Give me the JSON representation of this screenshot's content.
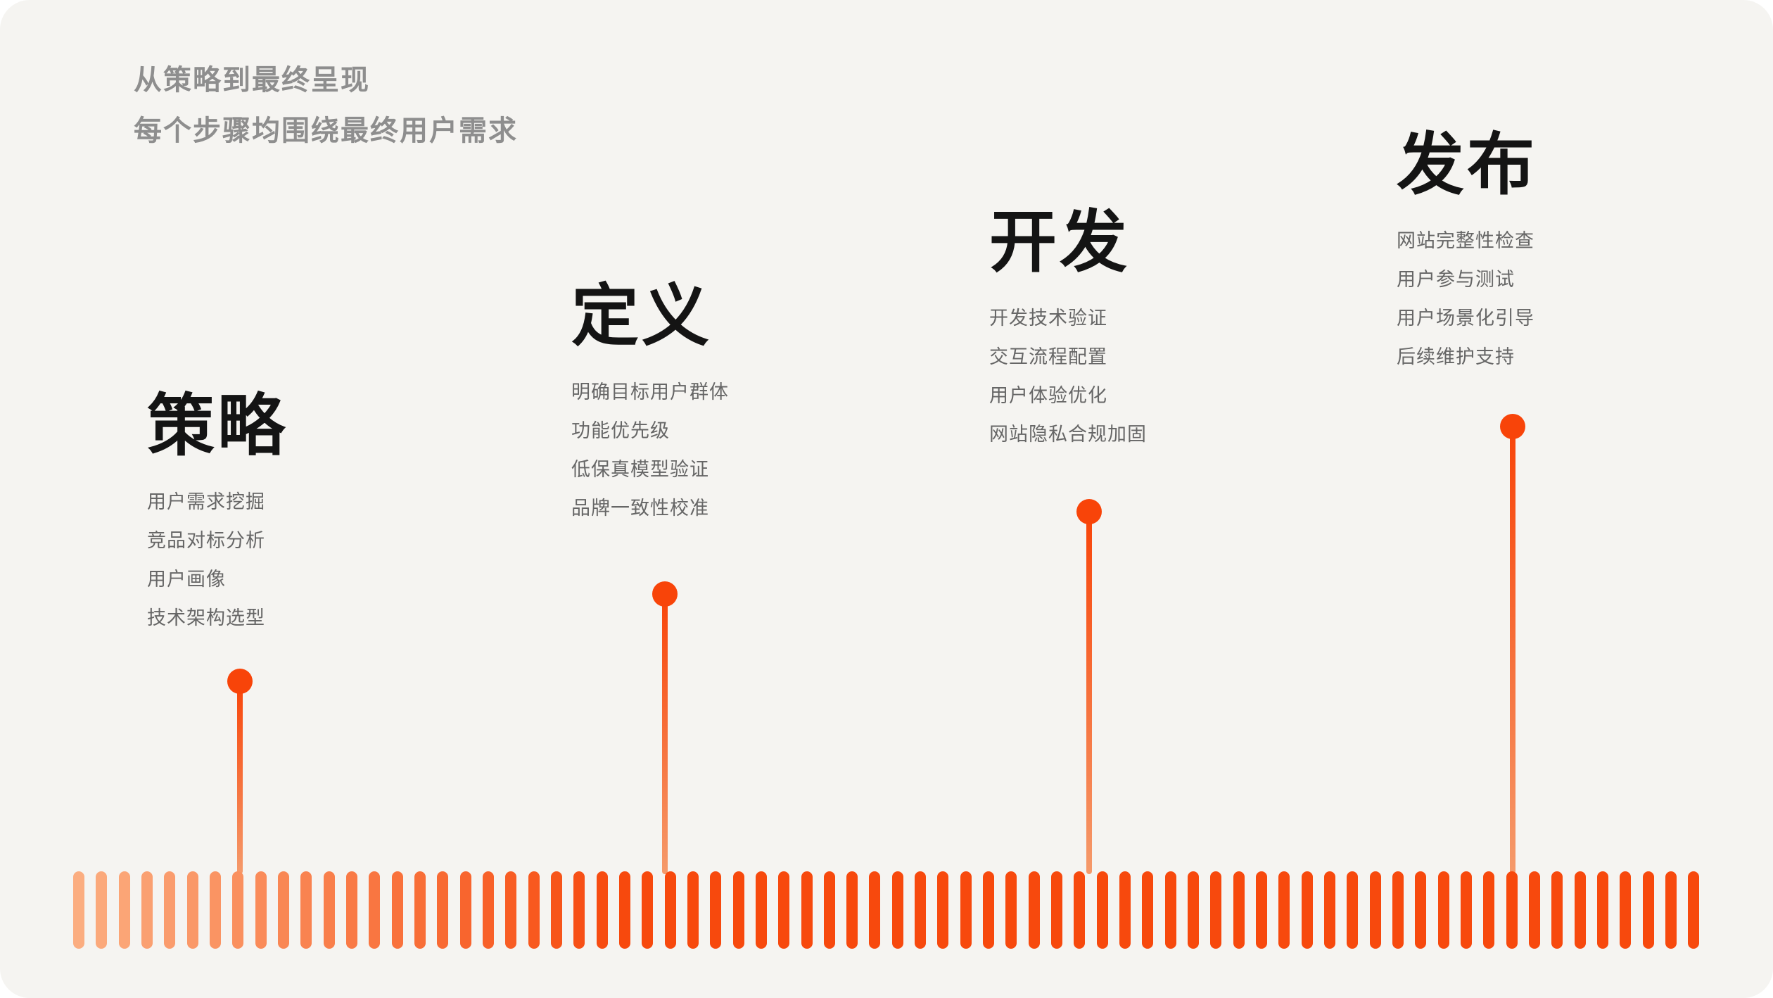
{
  "header": {
    "line1": "从策略到最终呈现",
    "line2": "每个步骤均围绕最终用户需求"
  },
  "stages": [
    {
      "title": "策略",
      "items": [
        "用户需求挖掘",
        "竞品对标分析",
        "用户画像",
        "技术架构选型"
      ]
    },
    {
      "title": "定义",
      "items": [
        "明确目标用户群体",
        "功能优先级",
        "低保真模型验证",
        "品牌一致性校准"
      ]
    },
    {
      "title": "开发",
      "items": [
        "开发技术验证",
        "交互流程配置",
        "用户体验优化",
        "网站隐私合规加固"
      ]
    },
    {
      "title": "发布",
      "items": [
        "网站完整性检查",
        "用户参与测试",
        "用户场景化引导",
        "后续维护支持"
      ]
    }
  ],
  "colors": {
    "background": "#F5F4F1",
    "accent": "#F7490D",
    "dot": "#F84409",
    "stem_top": "#F84409",
    "stem_bottom": "#F59A6B",
    "strip_start": "#FBAD80",
    "strip_end": "#F7490D",
    "title_text": "#141414",
    "item_text": "#666666",
    "header_text": "#8E8E8E"
  },
  "timeline_strip": {
    "bar_count": 72,
    "fade_fraction": 0.33
  }
}
